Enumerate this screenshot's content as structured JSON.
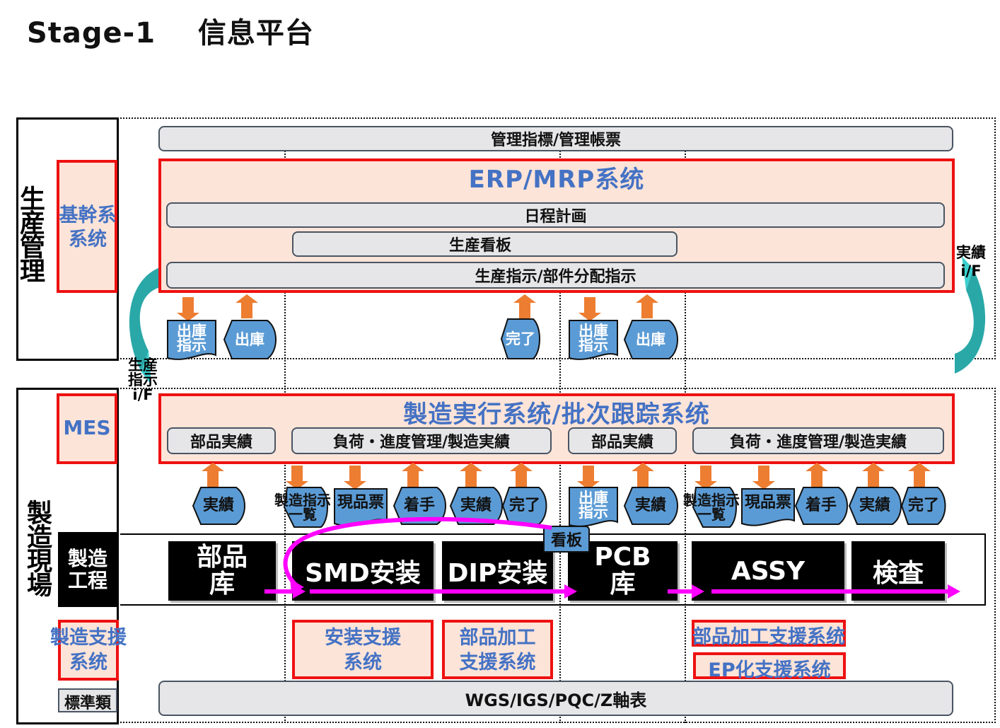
{
  "title": "Stage-1    信息平台",
  "lanes": {
    "production_mgmt": "生産管理",
    "manufacturing_floor": "製造現場"
  },
  "left_labels": {
    "core_system": "基幹系\n系统",
    "mes": "MES",
    "mfg_process": "製造\n工程",
    "mfg_support": "製造支援\n系统",
    "standards": "標準類"
  },
  "interfaces": {
    "production_instruction_if": "生産\n指示\ni/F",
    "result_if": "実績\ni/F"
  },
  "top_bar": "管理指標/管理帳票",
  "erp": {
    "title": "ERP/MRP系统",
    "schedule": "日程計画",
    "kanban": "生産看板",
    "instruction": "生産指示/部件分配指示"
  },
  "erp_flow_shapes": [
    {
      "label": "出庫\n指示",
      "type": "document",
      "direction": "down"
    },
    {
      "label": "出庫",
      "type": "display",
      "direction": "up"
    },
    {
      "label": "完了",
      "type": "display",
      "direction": "up"
    },
    {
      "label": "出庫\n指示",
      "type": "document",
      "direction": "down"
    },
    {
      "label": "出庫",
      "type": "display",
      "direction": "up"
    }
  ],
  "mes_system": {
    "title": "製造実行系统/批次跟踪系统",
    "modules": [
      "部品実績",
      "負荷・進度管理/製造実績",
      "部品実績",
      "負荷・進度管理/製造実績"
    ]
  },
  "mes_flow_shapes": [
    {
      "label": "実績",
      "type": "display",
      "direction": "up"
    },
    {
      "label": "製造指示\n一覧",
      "type": "display",
      "direction": "down"
    },
    {
      "label": "現品票",
      "type": "document",
      "direction": "down"
    },
    {
      "label": "着手",
      "type": "display",
      "direction": "up"
    },
    {
      "label": "実績",
      "type": "display",
      "direction": "up"
    },
    {
      "label": "完了",
      "type": "display",
      "direction": "up"
    },
    {
      "label": "出庫\n指示",
      "type": "document",
      "direction": "down"
    },
    {
      "label": "実績",
      "type": "display",
      "direction": "up"
    },
    {
      "label": "製造指示\n一覧",
      "type": "display",
      "direction": "down"
    },
    {
      "label": "現品票",
      "type": "document",
      "direction": "down"
    },
    {
      "label": "着手",
      "type": "display",
      "direction": "up"
    },
    {
      "label": "実績",
      "type": "display",
      "direction": "up"
    },
    {
      "label": "完了",
      "type": "display",
      "direction": "up"
    }
  ],
  "kanban_tag": "看板",
  "processes": [
    "部品\n库",
    "SMD安装",
    "DIP安装",
    "PCB\n库",
    "ASSY",
    "検査"
  ],
  "support_systems": [
    "安装支援\n系统",
    "部品加工\n支援系统",
    "部品加工支援系统",
    "EP化支援系统"
  ],
  "standards_bar": "WGS/IGS/PQC/Z軸表",
  "colors": {
    "system_border": "#ee1111",
    "system_fill": "#fde4d8",
    "system_text": "#4472c4",
    "flow_shape": "#5b9bd5",
    "flow_arrow": "#ed7d31",
    "material_flow": "#ff00ff",
    "interface_arrow": "#2ab0b0"
  }
}
